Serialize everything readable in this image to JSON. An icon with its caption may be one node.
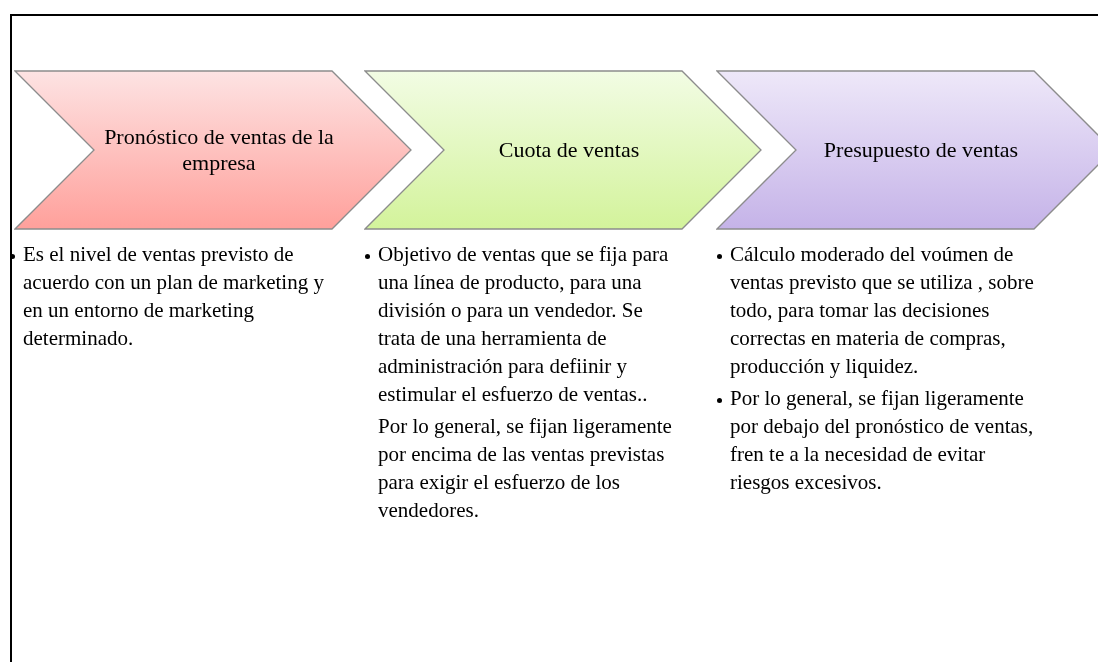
{
  "diagram": {
    "nodes": [
      {
        "text": [
          "Pronóstico de ventas de la empresa"
        ],
        "beside": [
          "Es el nivel de ventas previsto de  acuerdo con un plan de marketing y en un entorno de marketing determinado."
        ]
      },
      {
        "text": [
          "Cuota de ventas"
        ],
        "beside": [
          "Objetivo de  ventas que se fija para una línea de producto, para una división o para un vendedor. Se trata de una herramienta de administración para defiinir y estimular el esfuerzo de ventas..",
          "Por lo general, se fijan ligeramente por encima de las ventas previstas para exigir el esfuerzo de los vendedores."
        ]
      },
      {
        "text": [
          "Presupuesto de ventas"
        ],
        "beside": [
          "Cálculo moderado del voúmen de ventas previsto que se utiliza , sobre todo, para tomar las decisiones correctas en materia de compras, producción y liquidez.",
          "Por lo general, se fijan ligeramente por debajo del pronóstico de ventas, fren te a la necesidad de evitar riesgos excesivos."
        ]
      }
    ]
  }
}
